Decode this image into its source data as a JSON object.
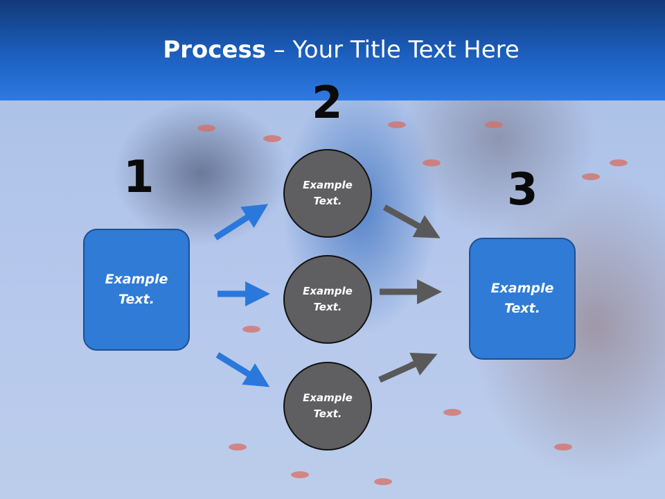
{
  "title": {
    "bold": "Process",
    "rest": " – Your Title Text Here"
  },
  "steps": [
    {
      "number": "1",
      "box_text": "Example Text."
    },
    {
      "number": "2",
      "circles": [
        "Example Text.",
        "Example Text.",
        "Example Text."
      ]
    },
    {
      "number": "3",
      "box_text": "Example Text."
    }
  ],
  "colors": {
    "header": "#1c5fbf",
    "box_fill": "#2f7bd6",
    "circle_fill": "#5f5f61",
    "arrow_blue": "#2a78dc",
    "arrow_gray": "#595959"
  }
}
